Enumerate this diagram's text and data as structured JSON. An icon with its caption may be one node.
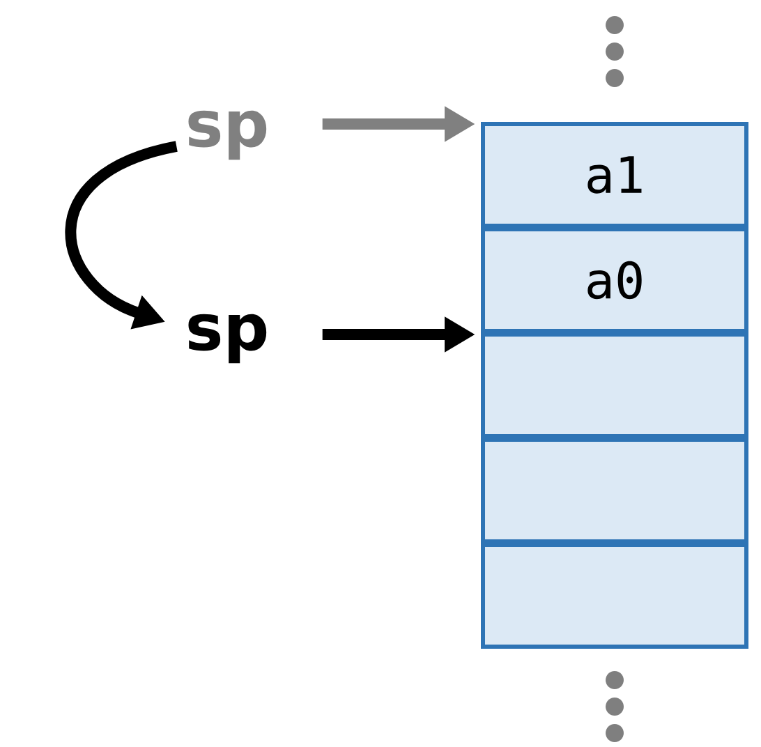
{
  "diagram": {
    "nodes": [
      {
        "text": [
          "sp"
        ]
      },
      {
        "text": [
          "sp"
        ]
      },
      {
        "text": [
          "a1"
        ]
      },
      {
        "text": [
          "a0"
        ]
      },
      {
        "text": [],
        "shape": "box"
      },
      {
        "text": [],
        "shape": "box"
      },
      {
        "text": [],
        "shape": "box"
      }
    ],
    "edges": [
      {
        "from": 0,
        "to": 2,
        "arrow": "to",
        "color": "#808080"
      },
      {
        "from": 1,
        "to": 4,
        "arrow": "to",
        "color": "#000000"
      },
      {
        "from": 0,
        "to": 1,
        "arrow": "to",
        "color": "#000000"
      }
    ]
  }
}
